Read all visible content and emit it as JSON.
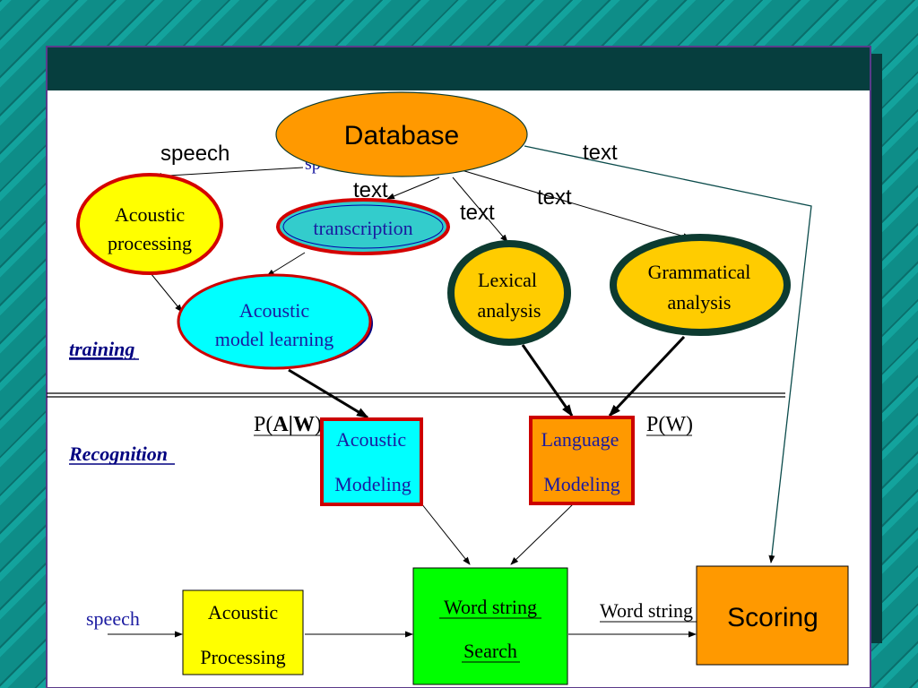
{
  "nodes": {
    "database": "Database",
    "acoustic_processing_train": [
      "Acoustic",
      "processing"
    ],
    "transcription": "transcription",
    "acoustic_model_learning": [
      "Acoustic",
      "model learning"
    ],
    "lexical_analysis": [
      "Lexical",
      "analysis"
    ],
    "grammatical_analysis": [
      "Grammatical",
      "analysis"
    ],
    "acoustic_modeling": [
      "Acoustic",
      "Modeling"
    ],
    "language_modeling": [
      "Language",
      "Modeling"
    ],
    "acoustic_processing_rec": [
      "Acoustic",
      "Processing"
    ],
    "word_string_search": [
      "Word string",
      "Search"
    ],
    "scoring": "Scoring"
  },
  "edge_labels": {
    "speech_top": "speech",
    "speech_hidden": "sp",
    "text_transcription": "text",
    "text_lexical": "text",
    "text_grammatical": "text",
    "text_scoring": "text",
    "p_aw_prefix": "P(",
    "p_aw_bold": "A|W",
    "p_aw_suffix": ")",
    "p_w": "P(W)",
    "speech_input": "speech",
    "word_string_output": "Word string"
  },
  "sections": {
    "training": "training",
    "recognition": "Recognition"
  },
  "colors": {
    "database_fill": "#ff9900",
    "yellow_fill": "#ffff00",
    "cyan_fill": "#00ffff",
    "teal_fill": "#33cccc",
    "gold_fill": "#ffcc00",
    "orange_fill": "#ff9900",
    "green_fill": "#00ff00",
    "red_border": "#cc0000",
    "dark_border": "#0d3b30",
    "section_label": "#000080"
  }
}
